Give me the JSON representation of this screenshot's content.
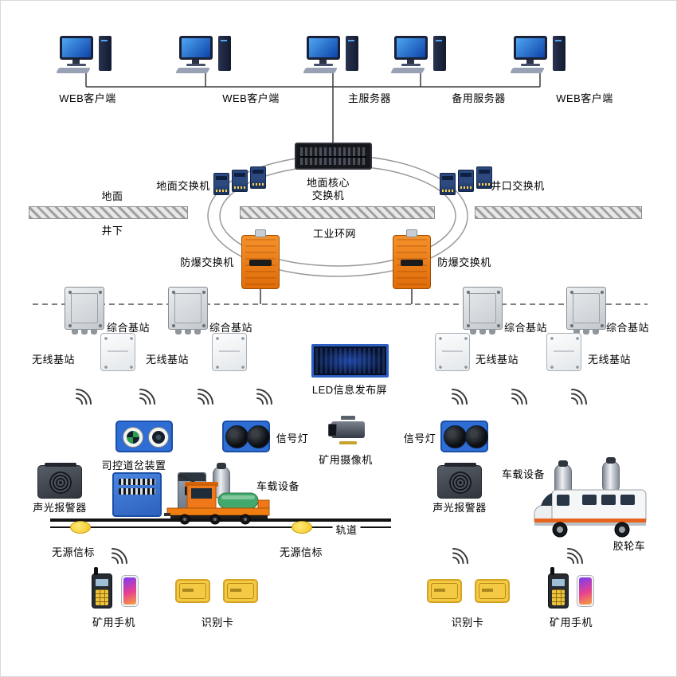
{
  "diagram": {
    "surface": {
      "web_client": "WEB客户端",
      "main_server": "主服务器",
      "backup_server": "备用服务器",
      "ground": "地面"
    },
    "backbone": {
      "ground_switch": "地面交换机",
      "core_switch_line1": "地面核心",
      "core_switch_line2": "交换机",
      "wellhead_switch": "井口交换机",
      "industrial_ring": "工业环网",
      "underground": "井下",
      "explosion_proof_switch": "防爆交换机"
    },
    "stations": {
      "integrated_base_station": "综合基站",
      "wireless_base_station": "无线基站",
      "led_screen": "LED信息发布屏"
    },
    "field": {
      "switch_control": "司控道岔装置",
      "signal_light": "信号灯",
      "mine_camera": "矿用摄像机",
      "sound_light_alarm": "声光报警器",
      "vehicle_device": "车载设备",
      "track": "轨道",
      "passive_beacon": "无源信标",
      "rubber_tired_vehicle": "胶轮车"
    },
    "terminals": {
      "mine_phone": "矿用手机",
      "id_card": "识别卡"
    },
    "colors": {
      "device_blue": "#2e6ed4",
      "explosion_proof_orange": "#ed7a12",
      "beacon_yellow": "#f5c51a",
      "card_yellow": "#f4ca45",
      "led_border_blue": "#2d5fc0"
    },
    "icons": {
      "wireless_signal_icon": "three nested arcs (radio waves)",
      "ground_hatch": "diagonal hatched surface bar"
    }
  }
}
